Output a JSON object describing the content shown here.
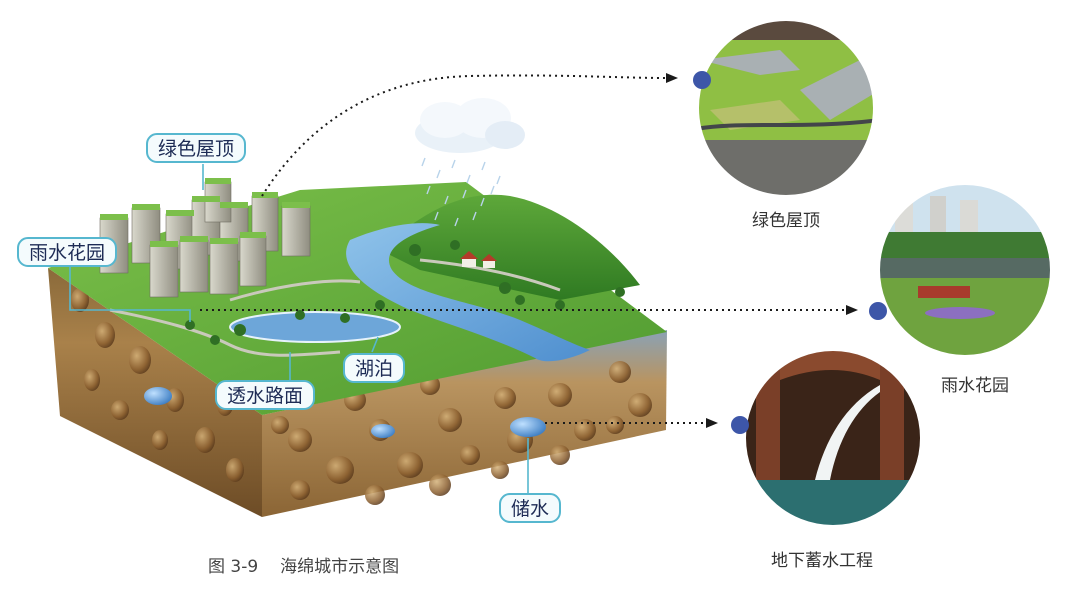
{
  "labels": {
    "green_roof": "绿色屋顶",
    "rain_garden": "雨水花园",
    "lake": "湖泊",
    "permeable_road": "透水路面",
    "water_storage": "储水"
  },
  "captions": {
    "green_roof": "绿色屋顶",
    "rain_garden": "雨水花园",
    "underground_storage": "地下蓄水工程"
  },
  "figure": {
    "number": "图 3-9",
    "title": "海绵城市示意图"
  },
  "colors": {
    "callout_border": "#56b7cf",
    "callout_fill": "#f4fbfd",
    "marker_dot": "#3d56a8",
    "grass": "#5fa83a",
    "soil": "#a6783e",
    "river": "#6aa5d8"
  }
}
